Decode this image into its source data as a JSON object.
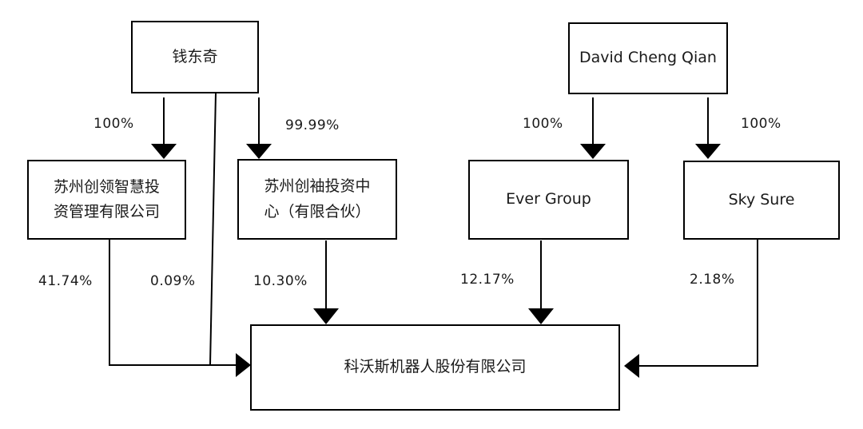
{
  "entities": {
    "qian_dongqi": "钱东奇",
    "david_cheng_qian": "David Cheng Qian",
    "chuangling": [
      "苏州创领智慧投",
      "资管理有限公司"
    ],
    "chuangxiu": [
      "苏州创袖投资中",
      "心（有限合伙）"
    ],
    "ever_group": "Ever Group",
    "sky_sure": "Sky Sure",
    "ecovacs": "科沃斯机器人股份有限公司"
  },
  "percentages": {
    "qian_to_chuangling": "100%",
    "qian_to_chuangxiu": "99.99%",
    "david_to_ever_group": "100%",
    "david_to_sky_sure": "100%",
    "chuangling_to_ecovacs": "41.74%",
    "qian_to_ecovacs": "0.09%",
    "chuangxiu_to_ecovacs": "10.30%",
    "ever_group_to_ecovacs": "12.17%",
    "sky_sure_to_ecovacs": "2.18%"
  },
  "colors": {
    "line": "#000000",
    "text": "#1a1a1a",
    "background": "#ffffff"
  }
}
